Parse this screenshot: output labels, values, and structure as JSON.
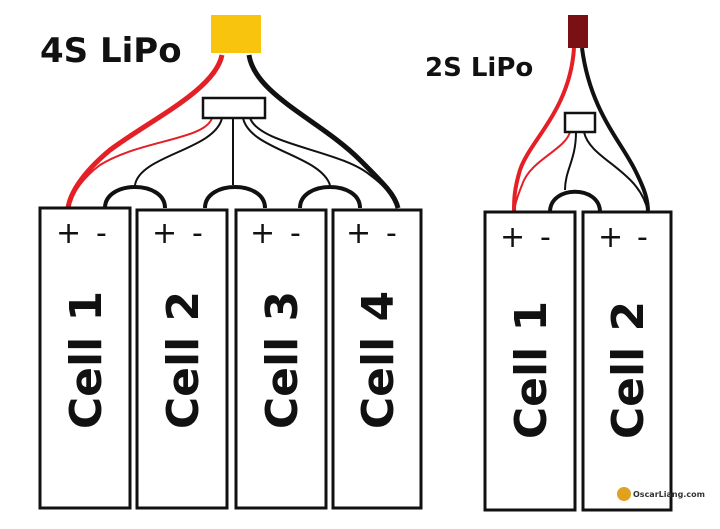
{
  "pack_4s": {
    "title": "4S LiPo",
    "connector_color": "#f9c40e",
    "cells": [
      {
        "label": "Cell 1",
        "plus": "+",
        "minus": "-"
      },
      {
        "label": "Cell 2",
        "plus": "+",
        "minus": "-"
      },
      {
        "label": "Cell 3",
        "plus": "+",
        "minus": "-"
      },
      {
        "label": "Cell 4",
        "plus": "+",
        "minus": "-"
      }
    ]
  },
  "pack_2s": {
    "title": "2S LiPo",
    "connector_color": "#7a0f14",
    "cells": [
      {
        "label": "Cell 1",
        "plus": "+",
        "minus": "-"
      },
      {
        "label": "Cell 2",
        "plus": "+",
        "minus": "-"
      }
    ]
  },
  "wire_colors": {
    "positive": "#e41f26",
    "negative": "#111111"
  },
  "watermark": "OscarLiang.com"
}
